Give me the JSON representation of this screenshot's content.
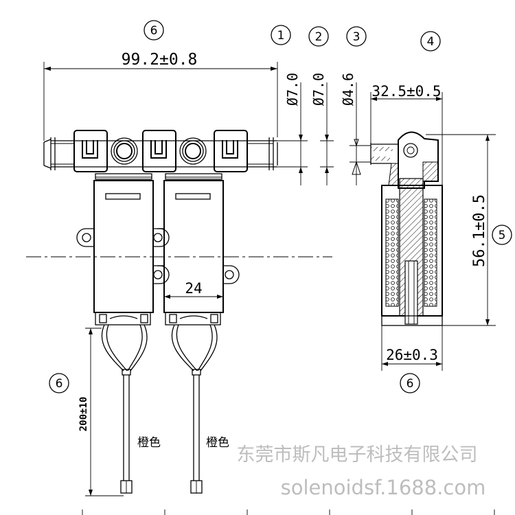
{
  "drawing": {
    "callouts": [
      "1",
      "2",
      "3",
      "4",
      "5",
      "6"
    ],
    "dims": {
      "overall_length": "99.2±0.8",
      "dia_1": "Ø7.0",
      "dia_2": "Ø7.0",
      "dia_3": "Ø4.6",
      "side_top_length": "32.5±0.5",
      "height": "56.1±0.5",
      "base_width": "26±0.3",
      "pitch": "24",
      "lead_length": "200±10"
    },
    "wire_color_left": "橙色",
    "wire_color_right": "橙色",
    "watermark_company": "东莞市斯凡电子科技有限公司",
    "watermark_site": "solenoidsf.1688.com"
  }
}
